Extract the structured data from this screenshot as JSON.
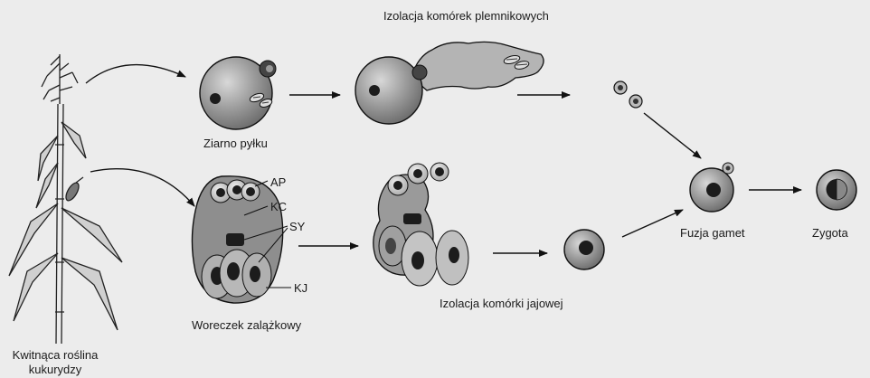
{
  "labels": {
    "sperm_isolation": "Izolacja komórek plemnikowych",
    "pollen_grain": "Ziarno pyłku",
    "embryo_sac": "Woreczek zalążkowy",
    "egg_isolation": "Izolacja komórki jajowej",
    "gamete_fusion": "Fuzja gamet",
    "zygote": "Zygota",
    "plant_line1": "Kwitnąca roślina",
    "plant_line2": "kukurydzy",
    "ap": "AP",
    "kc": "KC",
    "sy": "SY",
    "kj": "KJ"
  },
  "colors": {
    "background": "#ececec",
    "cell_fill": "#8c8c8c",
    "cell_light": "#bdbdbd",
    "nucleus": "#1c1c1c",
    "stroke": "#111111"
  }
}
